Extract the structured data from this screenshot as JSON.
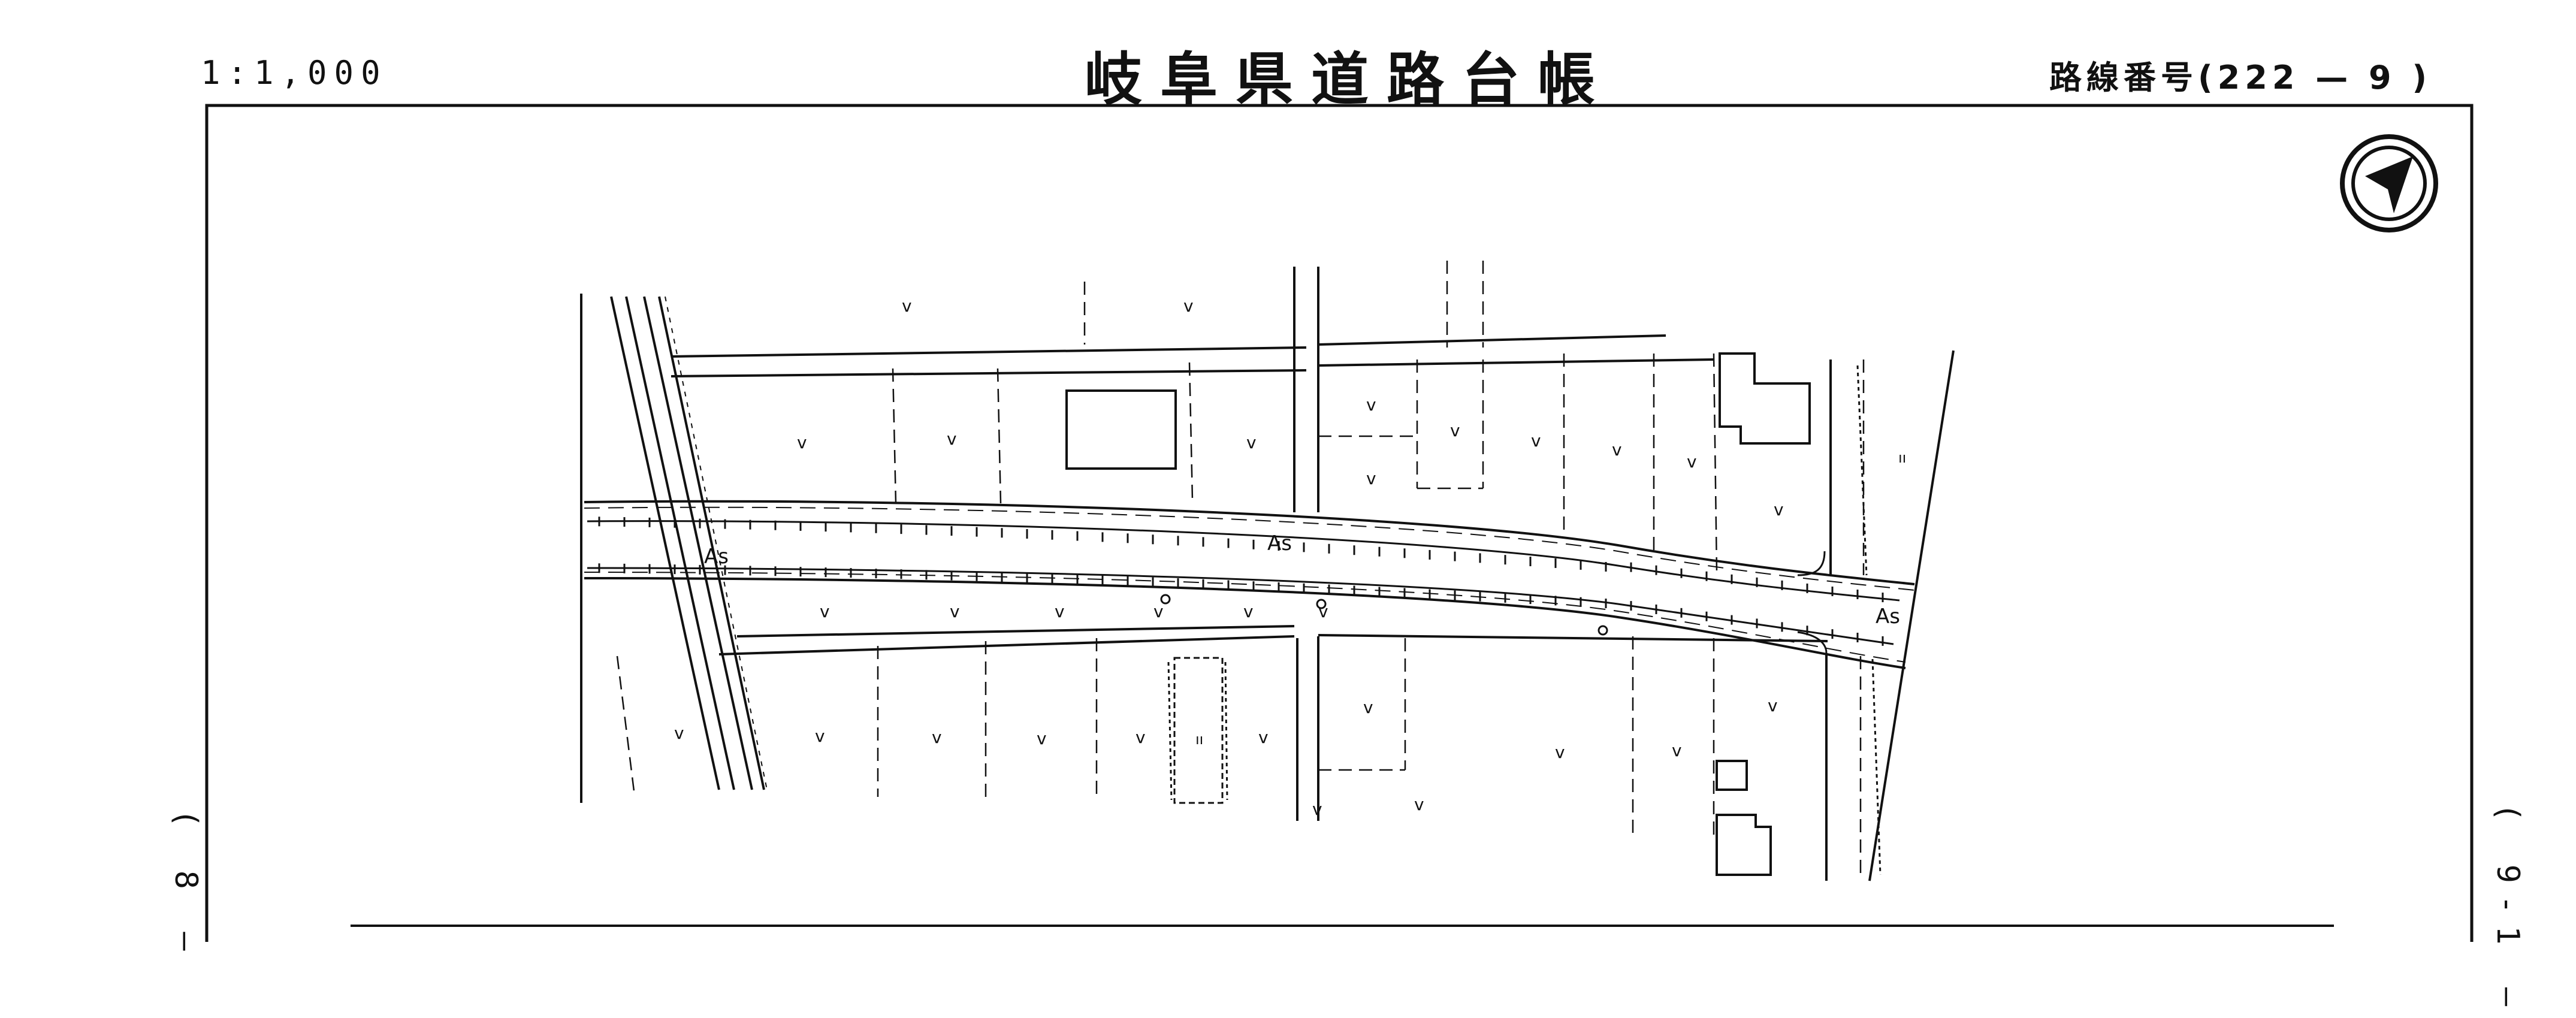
{
  "header": {
    "scale": "1:1,000",
    "title": "岐阜県道路台帳",
    "route_number": "路線番号(222 — 9 )"
  },
  "margin": {
    "left_sheet": "( 8 —",
    "right_sheet": "( 9-1 —"
  },
  "map": {
    "pavement_labels": [
      "As",
      "As",
      "As"
    ],
    "land_use_symbols": [
      "v",
      "v",
      "v",
      "v",
      "v",
      "v",
      "v",
      "v",
      "v",
      "v",
      "v",
      "v",
      "v",
      "v",
      "v",
      "v",
      "v",
      "v",
      "v",
      "v",
      "v",
      "v",
      "v",
      "v",
      "v",
      "v",
      "v",
      "v",
      "v",
      "v"
    ],
    "grass_symbols": [
      "ıı",
      "ıı"
    ],
    "north_arrow": "north-arrow-icon"
  }
}
